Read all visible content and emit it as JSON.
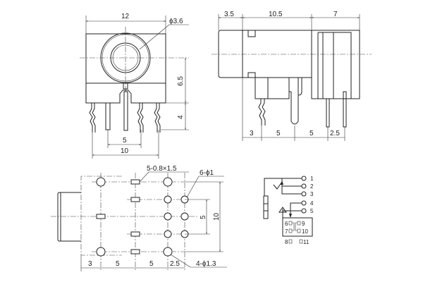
{
  "front_view": {
    "width_dim": "12",
    "hole_dim": "ϕ3.6",
    "height_dim": "6.5",
    "pin_len_dim": "4",
    "pitch_dim": "5",
    "span_dim": "10"
  },
  "side_view": {
    "front_dim": "3.5",
    "body_dim": "10.5",
    "rear_dim": "7",
    "pin_dims": [
      "3",
      "5",
      "5",
      "2.5"
    ]
  },
  "bottom_view": {
    "slot_note": "5-0.8×1.5",
    "hole_note": "6-ϕ1",
    "mount_note": "4-ϕ1.3",
    "v_pitch_dim": "5",
    "v_span_dim": "10",
    "h_dims": [
      "3",
      "5",
      "5",
      "2.5"
    ]
  },
  "schematic": {
    "terminals": [
      "1",
      "2",
      "3",
      "4",
      "5"
    ],
    "switch_labels": [
      "6",
      "7",
      "9",
      "10"
    ],
    "extra_labels": [
      "8",
      "11"
    ]
  }
}
